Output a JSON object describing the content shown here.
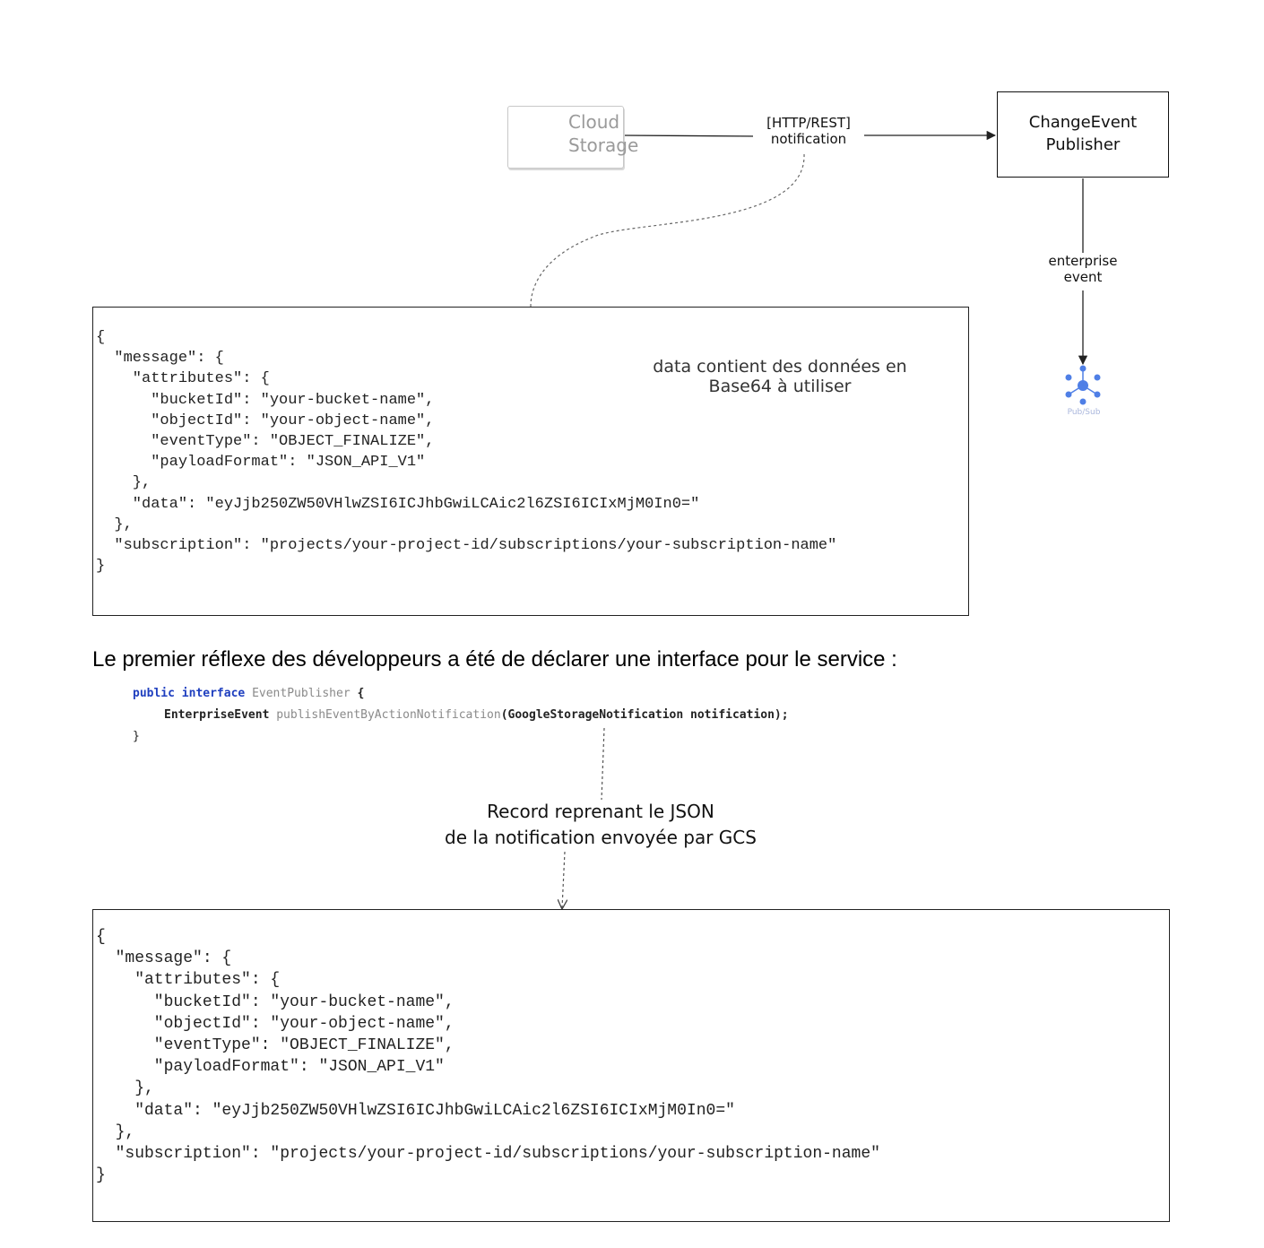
{
  "diagram": {
    "nodes": {
      "cloud_storage": {
        "label_line1": "Cloud",
        "label_line2": "Storage"
      },
      "change_event_publisher": {
        "label_line1": "ChangeEvent",
        "label_line2": "Publisher"
      },
      "pubsub": {
        "label": "Pub/Sub"
      }
    },
    "edges": {
      "http_notification": {
        "label_line1": "[HTTP/REST]",
        "label_line2": "notification"
      },
      "enterprise_event": {
        "label_line1": "enterprise",
        "label_line2": "event"
      }
    },
    "annotation": {
      "line1": "data contient des données en",
      "line2": "Base64 à utiliser"
    },
    "json_payload": "{\n  \"message\": {\n    \"attributes\": {\n      \"bucketId\": \"your-bucket-name\",\n      \"objectId\": \"your-object-name\",\n      \"eventType\": \"OBJECT_FINALIZE\",\n      \"payloadFormat\": \"JSON_API_V1\"\n    },\n    \"data\": \"eyJjb250ZW50VHlwZSI6ICJhbGwiLCAic2l6ZSI6ICIxMjM0In0=\"\n  },\n  \"subscription\": \"projects/your-project-id/subscriptions/your-subscription-name\"\n}"
  },
  "text": {
    "sentence": "Le premier réflexe des développeurs a été de déclarer une interface pour le service :"
  },
  "java_code": {
    "kw_public": "public",
    "kw_interface": "interface",
    "interface_name": "EventPublisher",
    "open_brace": "{",
    "return_type": "EnterpriseEvent",
    "method_name": "publishEventByActionNotification",
    "params": "(GoogleStorageNotification notification);",
    "close_brace": "}"
  },
  "record_note": {
    "line1": "Record reprenant le JSON",
    "line2": "de la notification envoyée par GCS"
  },
  "colors": {
    "pubsub_blue": "#4f7fe6",
    "storage_blue": "#5b8def",
    "java_keyword": "#1f3fbf"
  }
}
